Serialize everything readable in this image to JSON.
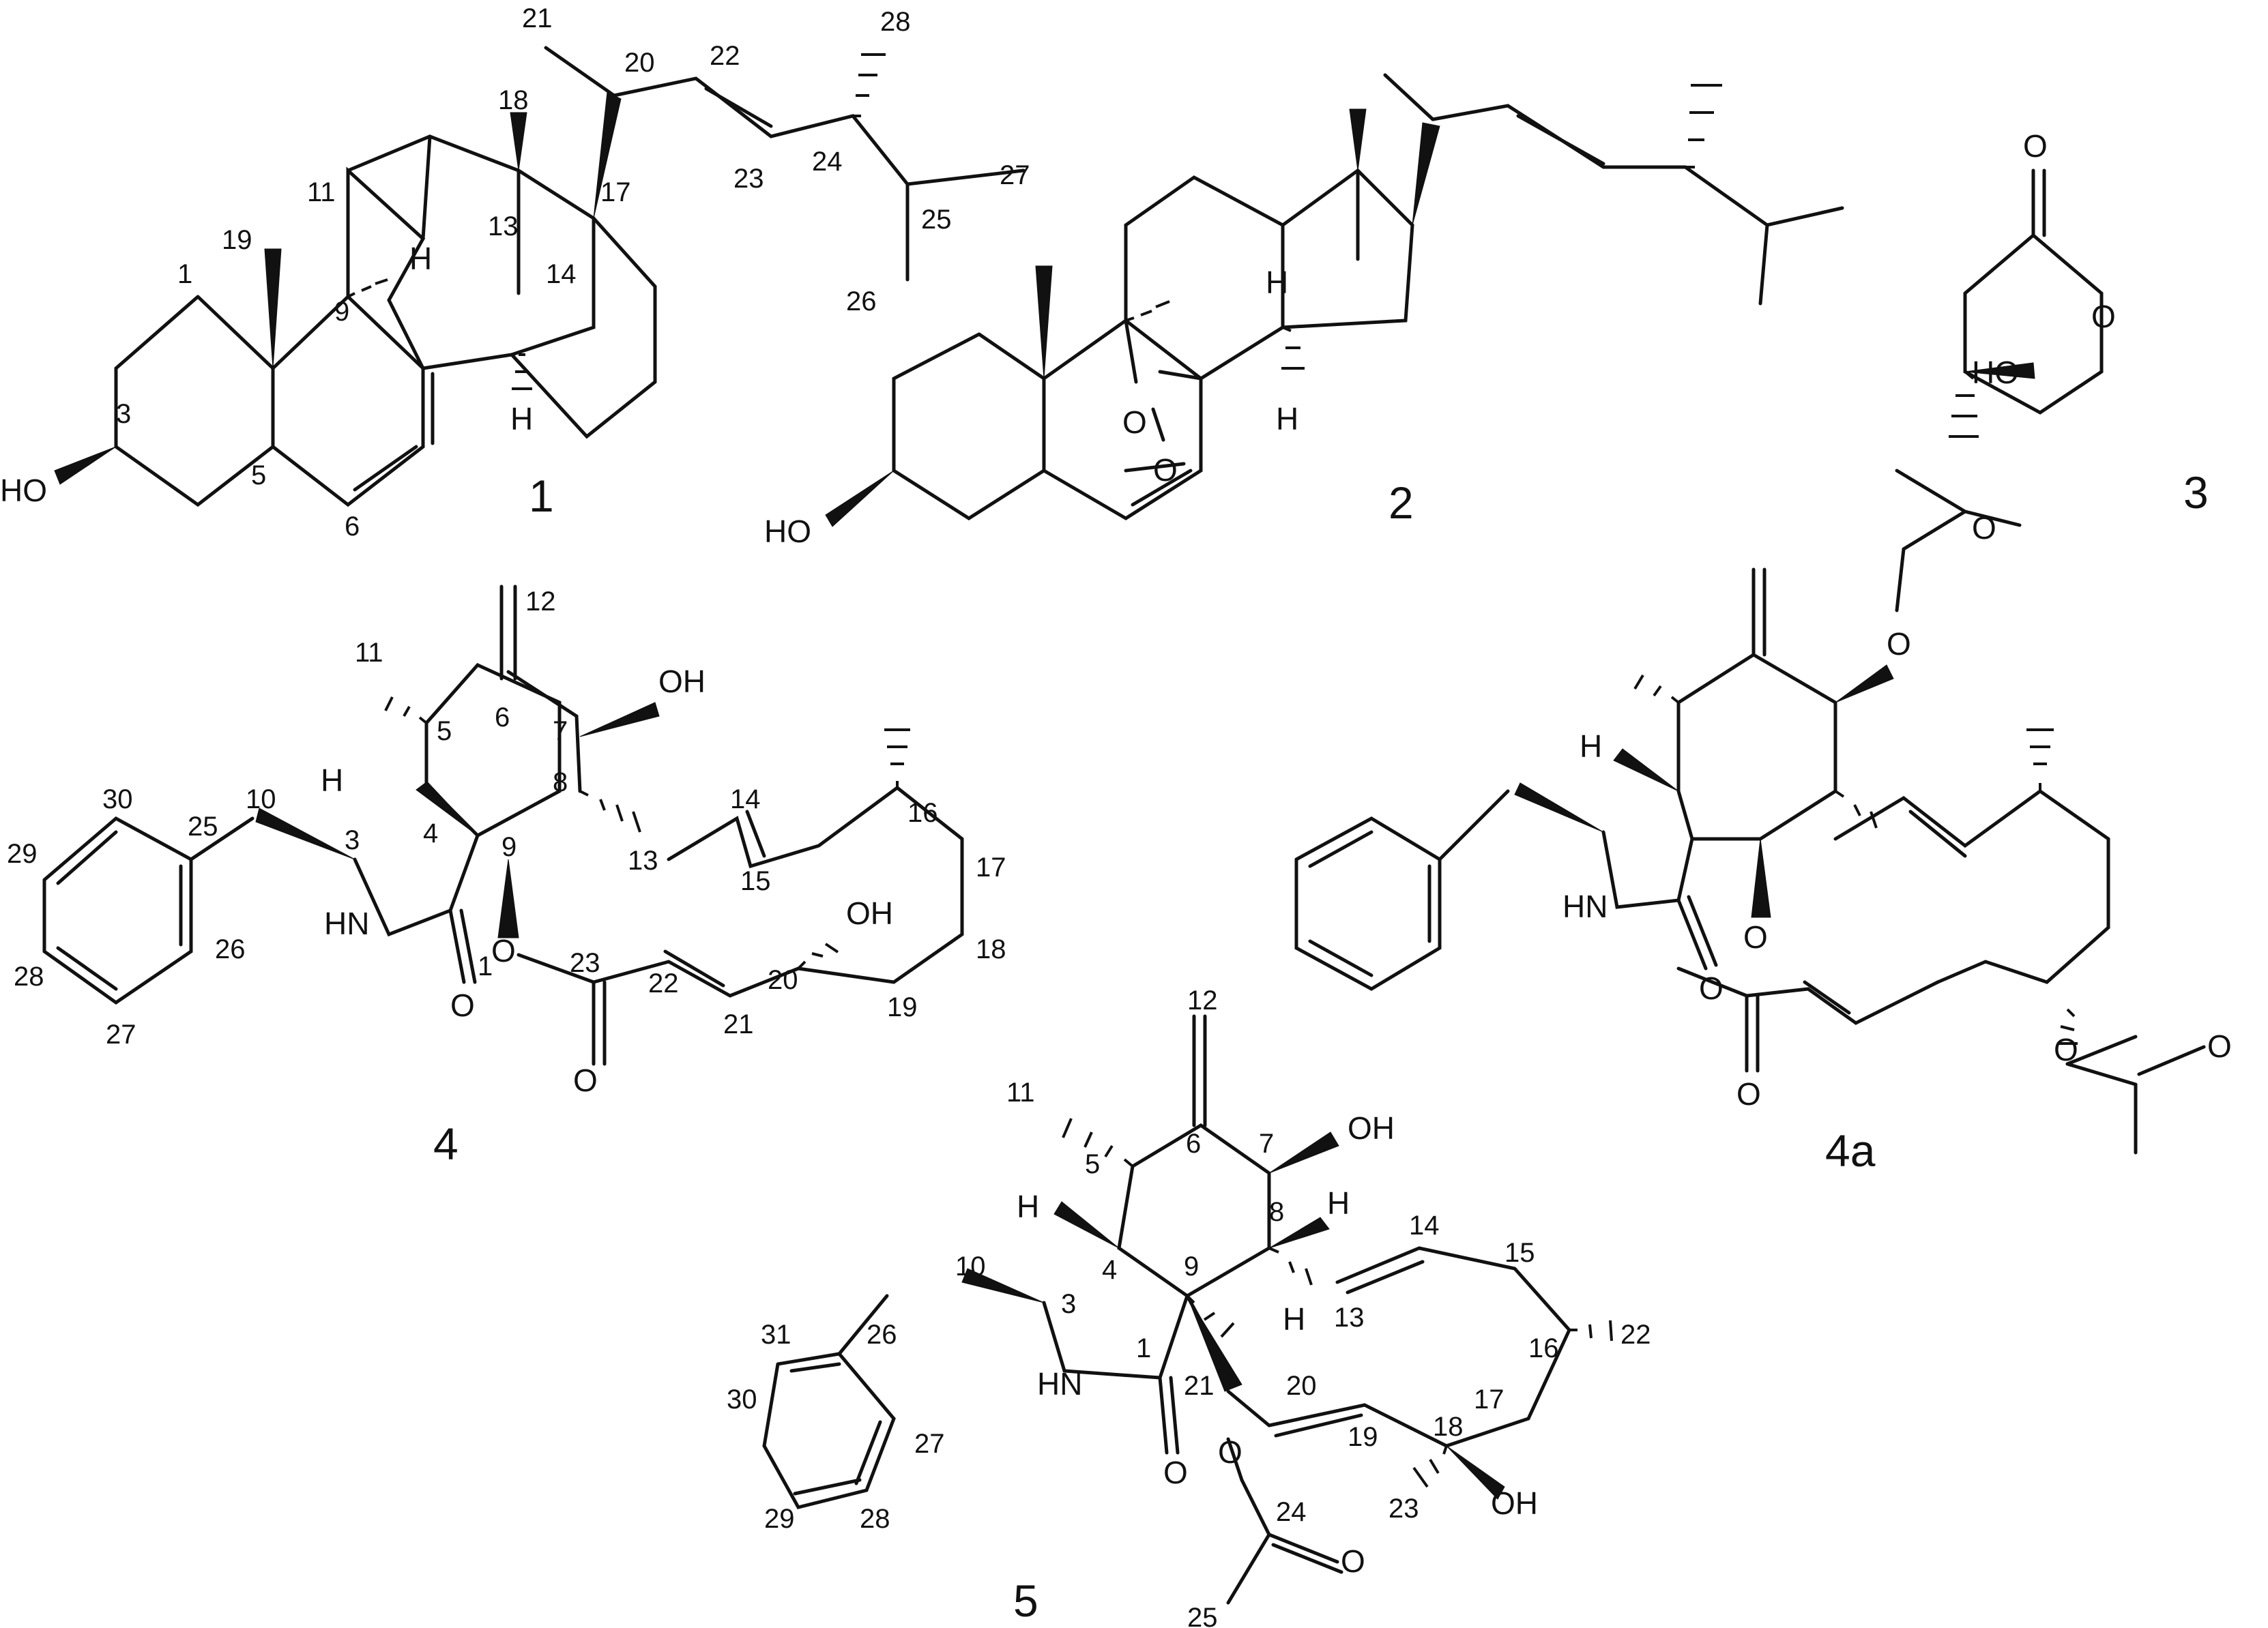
{
  "compounds": {
    "c1": {
      "id": "1",
      "atoms": [
        "H",
        "H",
        "HO"
      ],
      "locants": [
        "1",
        "3",
        "5",
        "6",
        "9",
        "11",
        "13",
        "14",
        "17",
        "18",
        "19",
        "20",
        "21",
        "22",
        "23",
        "24",
        "25",
        "26",
        "27",
        "28"
      ]
    },
    "c2": {
      "id": "2",
      "atoms": [
        "H",
        "H",
        "HO",
        "O",
        "O"
      ]
    },
    "c3": {
      "id": "3",
      "atoms": [
        "O",
        "O",
        "HO"
      ]
    },
    "c4": {
      "id": "4",
      "atoms": [
        "OH",
        "OH",
        "H",
        "HN",
        "O",
        "O",
        "O"
      ],
      "locants": [
        "1",
        "3",
        "4",
        "5",
        "6",
        "7",
        "8",
        "9",
        "10",
        "11",
        "12",
        "13",
        "14",
        "15",
        "16",
        "17",
        "18",
        "19",
        "20",
        "21",
        "22",
        "23",
        "25",
        "26",
        "27",
        "28",
        "29",
        "30"
      ]
    },
    "c4a": {
      "id": "4a",
      "atoms": [
        "O",
        "O",
        "O",
        "O",
        "H",
        "HN",
        "O",
        "O",
        "O",
        "O"
      ]
    },
    "c5": {
      "id": "5",
      "atoms": [
        "OH",
        "H",
        "H",
        "H",
        "HN",
        "O",
        "O",
        "O",
        "OH"
      ],
      "locants": [
        "1",
        "3",
        "4",
        "5",
        "6",
        "7",
        "8",
        "9",
        "10",
        "11",
        "12",
        "13",
        "14",
        "15",
        "16",
        "17",
        "18",
        "19",
        "20",
        "21",
        "22",
        "23",
        "24",
        "25",
        "26",
        "27",
        "28",
        "29",
        "30",
        "31"
      ]
    }
  }
}
